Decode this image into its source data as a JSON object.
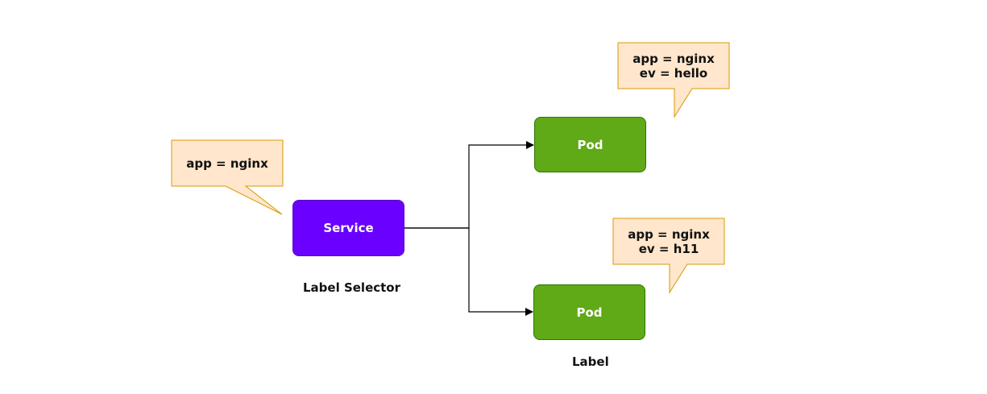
{
  "colors": {
    "service_fill": "#6a00ff",
    "pod_fill": "#60a917",
    "callout_fill": "#ffe6cc",
    "callout_stroke": "#d79b00",
    "edge": "#000000"
  },
  "service": {
    "label": "Service"
  },
  "pods": [
    {
      "label": "Pod"
    },
    {
      "label": "Pod"
    }
  ],
  "callouts": {
    "service": {
      "lines": [
        "app = nginx"
      ]
    },
    "pod_top": {
      "lines": [
        "app = nginx",
        "ev = hello"
      ]
    },
    "pod_bottom": {
      "lines": [
        "app = nginx",
        "ev = h11"
      ]
    }
  },
  "captions": {
    "selector": "Label Selector",
    "label": "Label"
  }
}
